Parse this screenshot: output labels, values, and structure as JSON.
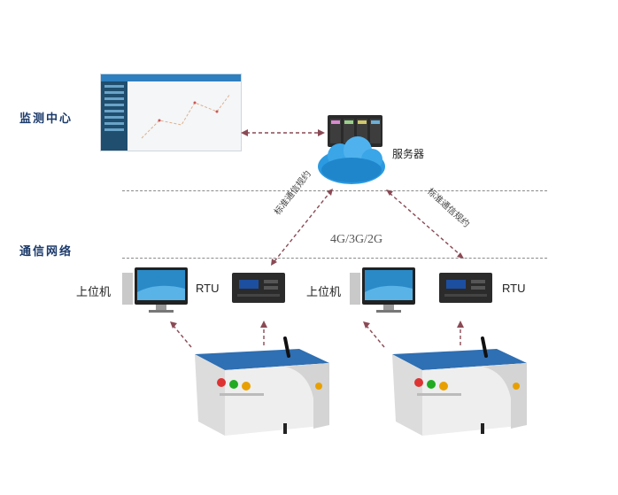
{
  "sections": {
    "monitor_center": "监测中心",
    "comm_network": "通信网络"
  },
  "server_label": "服务器",
  "network_label": "4G/3G/2G",
  "protocol_left": "标准通信规约",
  "protocol_right": "标准通信规约",
  "stations": [
    {
      "pc_label": "上位机",
      "rtu_label": "RTU"
    },
    {
      "pc_label": "上位机",
      "rtu_label": "RTU"
    }
  ],
  "colors": {
    "arrow": "#8a4a55",
    "section_text": "#1b3a6b",
    "cloud": "#2c9ae0",
    "cabinet_top": "#2f6fb3"
  }
}
